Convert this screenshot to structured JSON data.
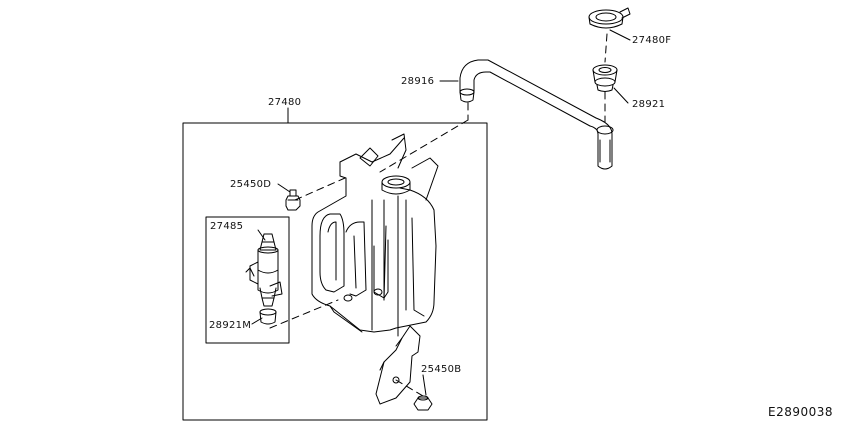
{
  "diagram_code": "E2890038",
  "parts": {
    "tank": "27480",
    "hose": "28916",
    "cap": "27480F",
    "filler_seal": "28921",
    "bolt_upper": "25450D",
    "pump": "27485",
    "pump_seal": "28921M",
    "nut_lower": "25450B"
  }
}
